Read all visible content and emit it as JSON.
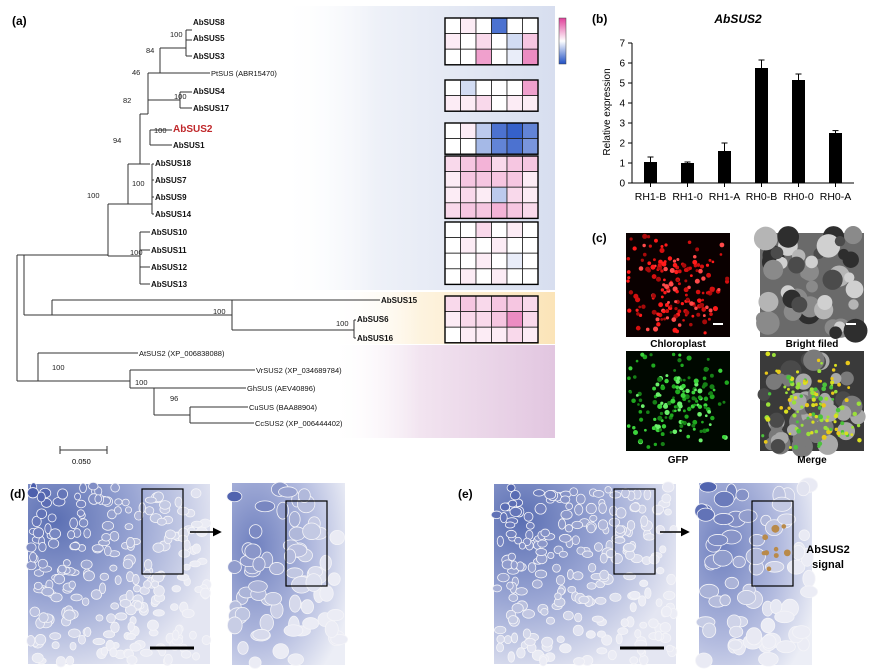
{
  "panel_labels": {
    "a": "(a)",
    "b": "(b)",
    "c": "(c)",
    "d": "(d)",
    "e": "(e)"
  },
  "tree": {
    "scale_label": "0.050",
    "leaves": {
      "sus8": "AbSUS8",
      "sus5": "AbSUS5",
      "sus3": "AbSUS3",
      "ptsus": "PtSUS (ABR15470)",
      "sus4": "AbSUS4",
      "sus17": "AbSUS17",
      "sus2": "AbSUS2",
      "sus1": "AbSUS1",
      "sus18": "AbSUS18",
      "sus7": "AbSUS7",
      "sus9": "AbSUS9",
      "sus14": "AbSUS14",
      "sus10": "AbSUS10",
      "sus11": "AbSUS11",
      "sus12": "AbSUS12",
      "sus13": "AbSUS13",
      "sus15": "AbSUS15",
      "sus6": "AbSUS6",
      "sus16": "AbSUS16",
      "atsus2": "AtSUS2 (XP_006838088)",
      "vrsus2": "VrSUS2 (XP_034689784)",
      "ghsus": "GhSUS (AEV40896)",
      "cusus": "CuSUS (BAA88904)",
      "ccsus2": "CcSUS2 (XP_006444402)"
    },
    "bootstrap": {
      "n_858": "100",
      "n_85": "84",
      "n_46": "46",
      "n_417": "100",
      "n_82": "82",
      "n_21": "100",
      "n_94": "94",
      "n_1879": "100",
      "n_1013": "100",
      "n_abin": "100",
      "n_616": "100",
      "n_1516": "100",
      "n_out": "100",
      "n_vr": "100",
      "n_96": "96"
    },
    "heatmap_colors": {
      "high": "#e0409a",
      "mid": "#ffffff",
      "low": "#1f4fc4"
    },
    "heatmap": [
      [
        0.0,
        0.1,
        0.0,
        -0.8,
        0.0,
        0.0
      ],
      [
        0.1,
        0.0,
        0.2,
        0.0,
        -0.2,
        0.3
      ],
      [
        0.0,
        0.0,
        0.5,
        0.0,
        -0.1,
        0.6
      ],
      [
        0.0,
        -0.2,
        0.0,
        0.0,
        0.0,
        0.5
      ],
      [
        0.1,
        0.1,
        0.2,
        0.0,
        0.1,
        0.1
      ],
      [
        0.0,
        0.1,
        -0.3,
        -0.8,
        -0.9,
        -0.7
      ],
      [
        0.0,
        0.0,
        -0.4,
        -0.7,
        -0.8,
        -0.6
      ],
      [
        0.2,
        0.3,
        0.4,
        0.2,
        0.3,
        0.3
      ],
      [
        0.1,
        0.3,
        0.3,
        0.3,
        0.3,
        0.1
      ],
      [
        0.1,
        0.2,
        0.1,
        -0.3,
        0.2,
        0.1
      ],
      [
        0.2,
        0.3,
        0.3,
        0.4,
        0.3,
        0.2
      ],
      [
        0.0,
        0.0,
        0.2,
        0.0,
        0.1,
        0.0
      ],
      [
        0.0,
        0.1,
        0.0,
        0.1,
        0.0,
        0.0
      ],
      [
        0.0,
        0.0,
        0.1,
        0.0,
        -0.1,
        0.0
      ],
      [
        0.0,
        0.1,
        0.0,
        0.1,
        0.0,
        0.0
      ],
      [
        0.2,
        0.3,
        0.2,
        0.3,
        0.3,
        0.2
      ],
      [
        0.1,
        0.2,
        0.2,
        0.3,
        0.6,
        0.2
      ],
      [
        0.0,
        0.1,
        0.1,
        0.1,
        0.2,
        0.1
      ]
    ]
  },
  "chart_data": {
    "type": "bar",
    "title": "AbSUS2",
    "ylabel": "Relative expression",
    "xlabel": "",
    "categories": [
      "RH1-B",
      "RH1-0",
      "RH1-A",
      "RH0-B",
      "RH0-0",
      "RH0-A"
    ],
    "values": [
      1.05,
      1.0,
      1.6,
      5.75,
      5.15,
      2.5
    ],
    "errors": [
      0.25,
      0.05,
      0.4,
      0.4,
      0.3,
      0.12
    ],
    "ylim": [
      0,
      7
    ],
    "yticks": [
      "0",
      "1",
      "2",
      "3",
      "4",
      "5",
      "6",
      "7"
    ],
    "bar_color": "#000000",
    "grid": false
  },
  "panel_c": {
    "chloroplast": "Chloroplast",
    "bright": "Bright filed",
    "gfp": "GFP",
    "merge": "Merge"
  },
  "panel_e": {
    "signal_label_1": "AbSUS2",
    "signal_label_2": "signal"
  }
}
